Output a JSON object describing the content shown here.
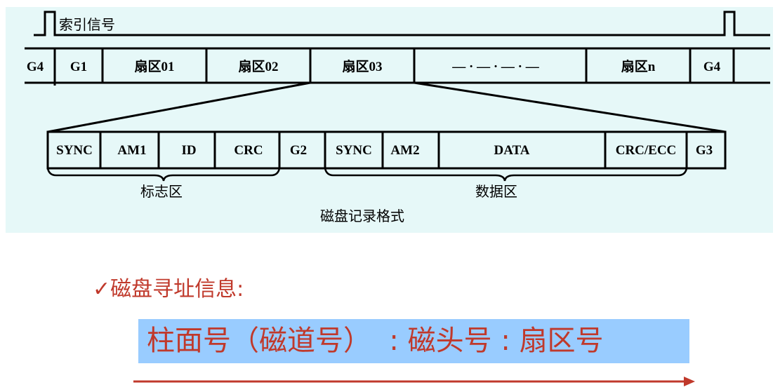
{
  "index_signal": "索引信号",
  "track_sectors": [
    "G4",
    "G1",
    "扇区01",
    "扇区02",
    "扇区03",
    "— · — · — · —",
    "扇区n",
    "G4"
  ],
  "sector_fields": [
    "SYNC",
    "AM1",
    "ID",
    "CRC",
    "G2",
    "SYNC",
    "AM2",
    "DATA",
    "CRC/ECC",
    "G3"
  ],
  "id_area_label": "标志区",
  "data_area_label": "数据区",
  "caption": "磁盘记录格式",
  "address_title": {
    "check": "✓",
    "text": "磁盘寻址信息:"
  },
  "address_format": "柱面号（磁道号）  : 磁头号 : 扇区号",
  "colors": {
    "panel": "#e6f8f8",
    "accent_text": "#c0392b",
    "address_box": "#99ccff",
    "line": "#000000"
  }
}
